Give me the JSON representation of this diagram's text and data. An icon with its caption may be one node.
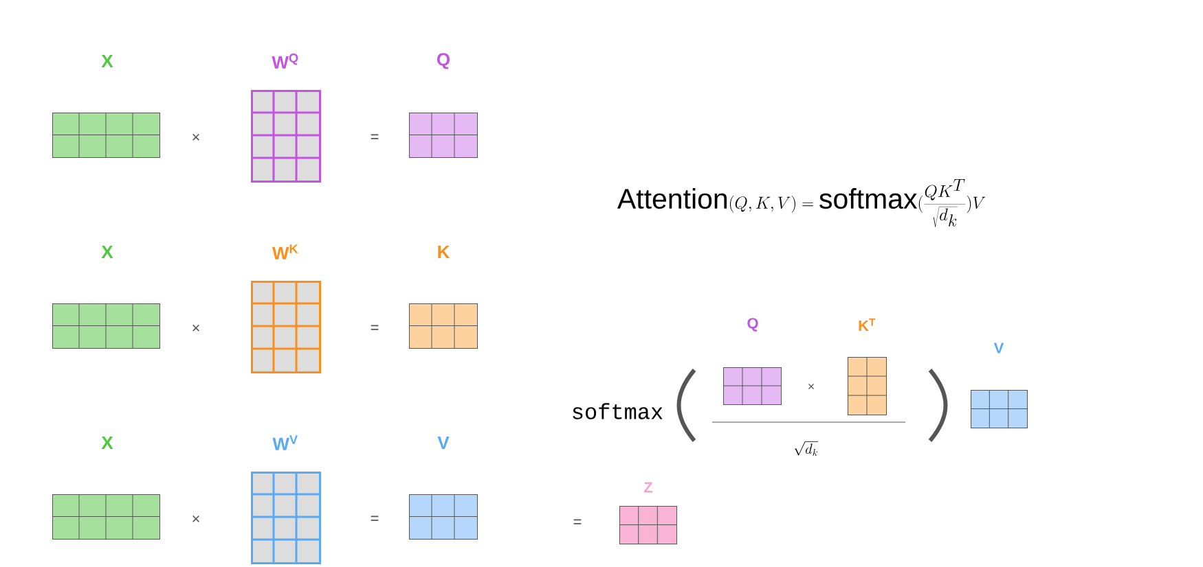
{
  "diagram": {
    "nodes": [
      {
        "text": [
          "X"
        ]
      },
      {
        "text": [
          "W$^{Q}$"
        ]
      },
      {
        "text": [
          "Q"
        ]
      },
      {
        "text": [
          "X"
        ]
      },
      {
        "text": [
          "W$^{K}$"
        ]
      },
      {
        "text": [
          "K"
        ]
      },
      {
        "text": [
          "X"
        ]
      },
      {
        "text": [
          "W$^{V}$"
        ]
      },
      {
        "text": [
          "V"
        ]
      },
      {
        "text": [
          "Q"
        ]
      },
      {
        "text": [
          "K$^{T}$"
        ]
      },
      {
        "text": [
          "V"
        ]
      },
      {
        "text": [
          "Z"
        ]
      }
    ],
    "labels": [
      "×",
      "=",
      "\\mathrm{Attention}(Q,K,V)=\\mathrm{softmax}(\\frac{QK^T}{\\sqrt{d_k}})V",
      "×",
      "=",
      "×",
      "=",
      "softmax",
      "×",
      "\\sqrt{d_k}",
      "="
    ]
  }
}
